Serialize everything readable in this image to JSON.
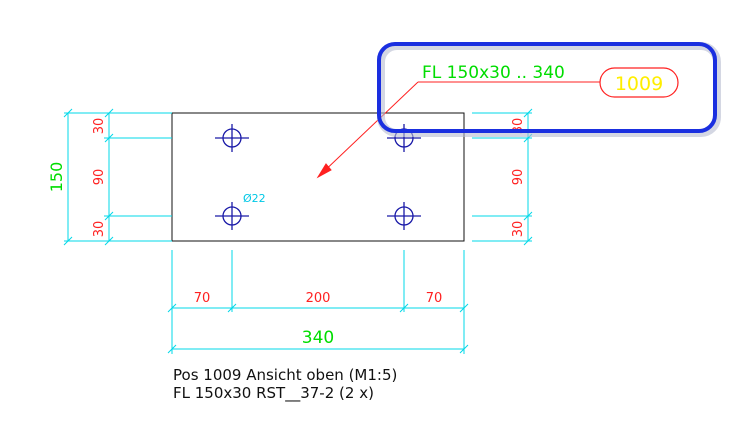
{
  "plate": {
    "label": "FL 150x30 .. 340",
    "position_number": "1009",
    "hole_diameter": "Ø22"
  },
  "dimensions": {
    "overall_height": "150",
    "left_segments": [
      "30",
      "90",
      "30"
    ],
    "right_segments": [
      "30",
      "90",
      "30"
    ],
    "bottom_segments": [
      "70",
      "200",
      "70"
    ],
    "overall_length": "340"
  },
  "caption": {
    "line1": "Pos 1009 Ansicht oben (M1:5)",
    "line2": "FL 150x30 RST__37-2 (2 x)"
  },
  "colors": {
    "highlight": "#1a2fe0",
    "dimension_lines": "#00d8e8",
    "dimension_text": "#ff2020",
    "label_text": "#00dd00",
    "position_text": "#ffee00",
    "holes": "#1a1aa8"
  }
}
